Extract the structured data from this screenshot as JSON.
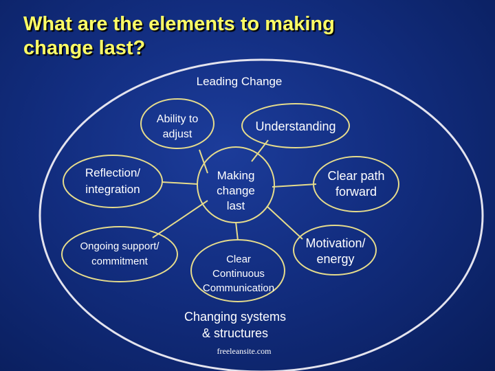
{
  "slide": {
    "title_lines": [
      "What are the elements to making",
      "change last?"
    ],
    "outer_label": "Leading Change",
    "bottom_label_lines": [
      "Changing systems",
      "& structures"
    ],
    "watermark": "freeleansite.com"
  },
  "colors": {
    "title": "#ffff66",
    "circle_stroke": "#e6dc8c",
    "outer_stroke": "#e3e3ee",
    "text": "#ffffff"
  },
  "nodes": {
    "center": [
      "Making",
      "change",
      "last"
    ],
    "ability": [
      "Ability to",
      "adjust"
    ],
    "understanding": [
      "Understanding"
    ],
    "reflection": [
      "Reflection/",
      "integration"
    ],
    "clear_path": [
      "Clear path",
      "forward"
    ],
    "ongoing": [
      "Ongoing support/",
      "commitment"
    ],
    "motivation": [
      "Motivation/",
      "energy"
    ],
    "communication": [
      "Clear",
      "Continuous",
      "Communication"
    ]
  }
}
